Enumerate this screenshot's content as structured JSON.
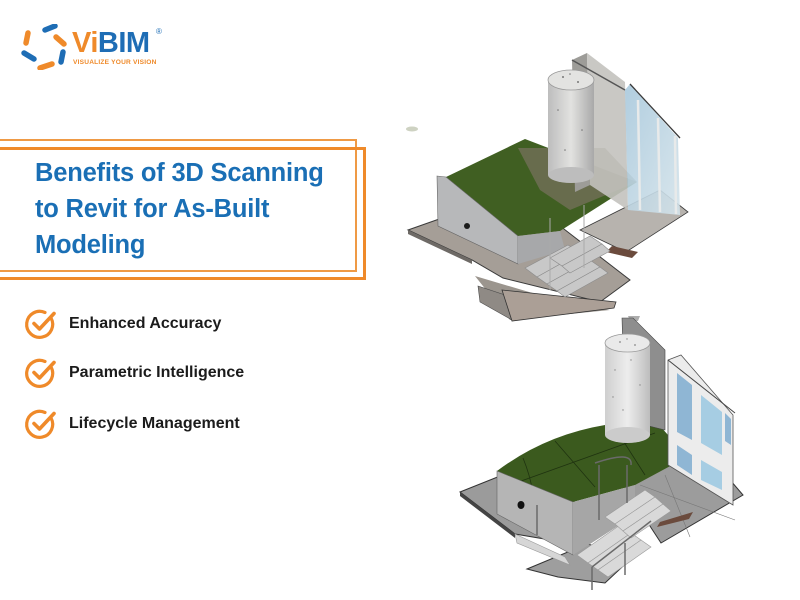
{
  "brand": {
    "name_part1": "Vi",
    "name_part2": "BIM",
    "registered": "®",
    "tagline": "VISUALIZE YOUR VISION",
    "colors": {
      "orange": "#ef8a2a",
      "blue": "#1e6db5"
    }
  },
  "title": {
    "lines": [
      "Benefits of 3D Scanning",
      "to Revit for As-Built",
      "Modeling"
    ],
    "color": "#1a6fb5",
    "frame_color": "#ef8a2a"
  },
  "benefits": [
    {
      "icon": "check-circle-icon",
      "label": "Enhanced Accuracy"
    },
    {
      "icon": "check-circle-icon",
      "label": "Parametric Intelligence"
    },
    {
      "icon": "check-circle-icon",
      "label": "Lifecycle Management"
    }
  ],
  "illustrations": [
    {
      "name": "point-cloud-scan-model",
      "description": "3D point-cloud scan of stairwell with cylinder column and glazed wall"
    },
    {
      "name": "revit-as-built-model",
      "description": "Revit as-built model of stairwell with cylinder column and glazed wall"
    }
  ]
}
